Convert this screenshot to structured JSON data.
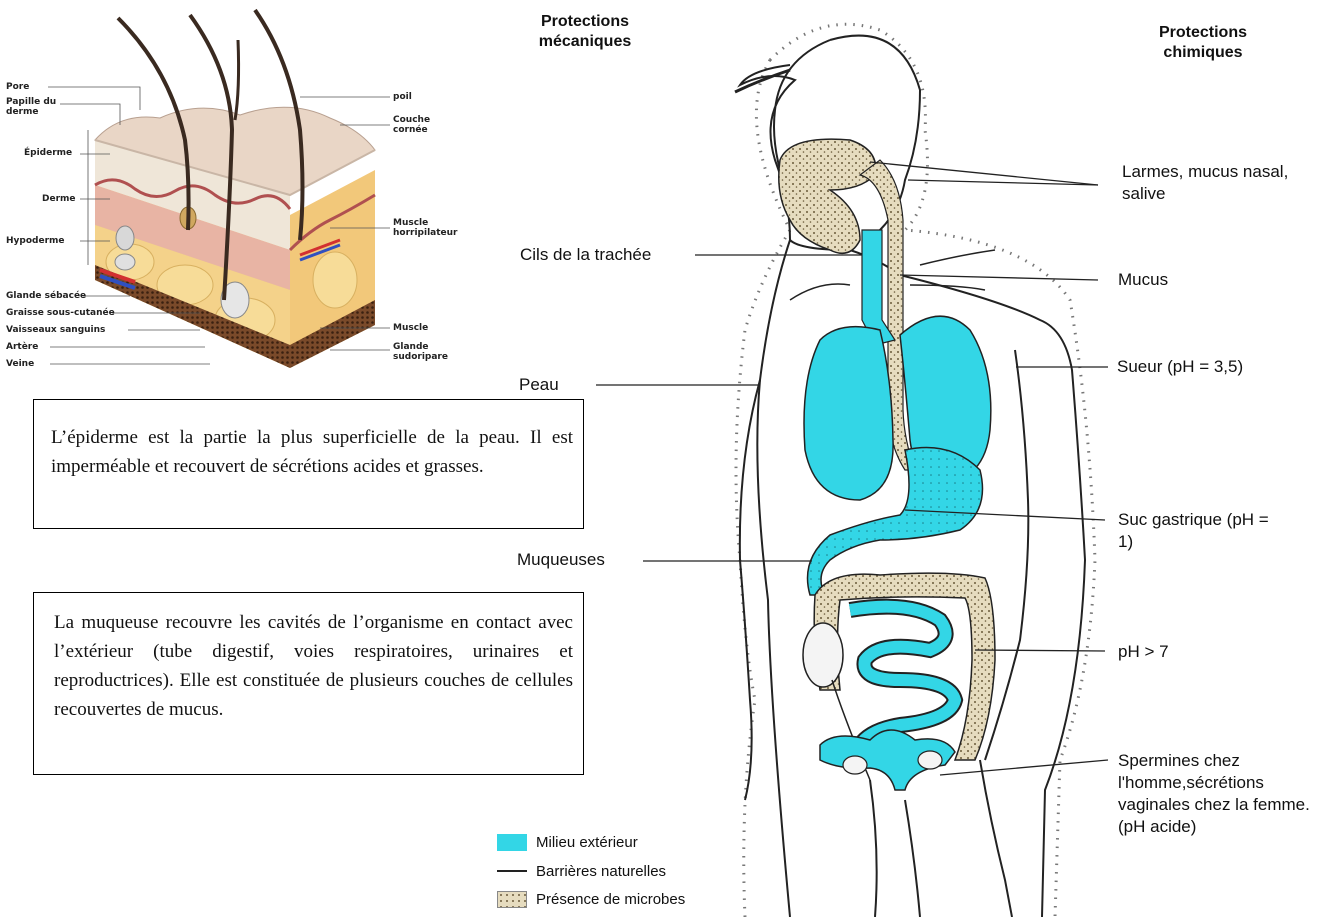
{
  "skin_diagram": {
    "labels_left": [
      "Pore",
      "Papille du derme",
      "Épiderme",
      "Derme",
      "Hypoderme",
      "Glande sébacée",
      "Graisse sous-cutanée",
      "Vaisseaux sanguins",
      "Artère",
      "Veine"
    ],
    "labels_right": [
      "poil",
      "Couche cornée",
      "Muscle horripilateur",
      "Muscle",
      "Glande sudoripare"
    ]
  },
  "text_boxes": {
    "epidermis": "L’épiderme est la partie la plus superficielle de la peau. Il est imperméable et recouvert de sécrétions acides et grasses.",
    "mucosa": "La muqueuse recouvre les cavités de l’organisme en contact avec l’extérieur (tube digestif, voies respiratoires, urinaires et reproductrices). Elle est constituée de plusieurs  couches de cellules recouvertes de mucus."
  },
  "body_diagram": {
    "header_left": "Protections mécaniques",
    "header_right": "Protections chimiques",
    "labels_left": [
      "Cils de la trachée",
      "Peau",
      "Muqueuses"
    ],
    "labels_right": [
      "Larmes, mucus nasal, salive",
      "Mucus",
      "Sueur (pH = 3,5)",
      "Suc gastrique (pH = 1)",
      "pH > 7",
      "Spermines chez l'homme,sécrétions vaginales chez la femme. (pH acide)"
    ]
  },
  "legend": [
    {
      "label": "Milieu extérieur",
      "color": "#33d6e6"
    },
    {
      "label": "Barrières naturelles",
      "color": "#222222"
    },
    {
      "label": "Présence de microbes",
      "color": "#d9cfae"
    }
  ],
  "colors": {
    "external_medium": "#33d6e6",
    "microbes_fill": "#d9cfae"
  }
}
